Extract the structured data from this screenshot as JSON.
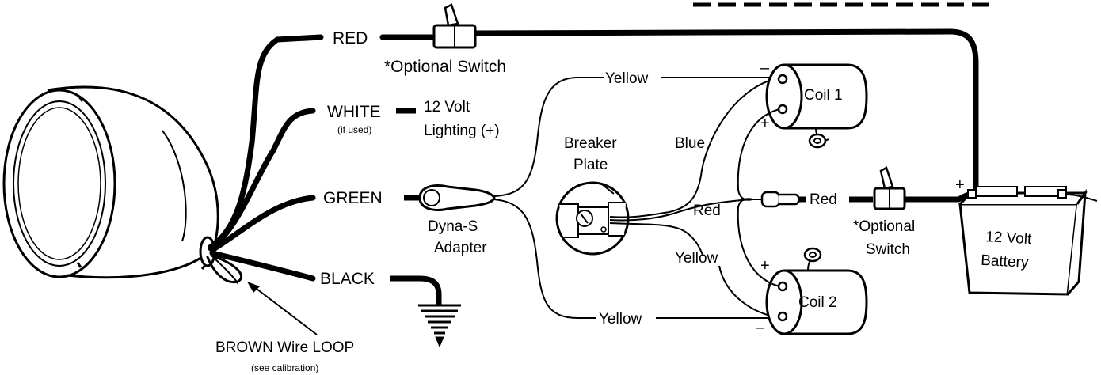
{
  "wires": {
    "red": "RED",
    "white": "WHITE",
    "white_note": "(if used)",
    "green": "GREEN",
    "black": "BLACK"
  },
  "lighting": {
    "line1": "12 Volt",
    "line2": "Lighting (+)"
  },
  "switch_top": "*Optional Switch",
  "switch_right": {
    "line1": "*Optional",
    "line2": "Switch"
  },
  "adapter": {
    "line1": "Dyna-S",
    "line2": "Adapter"
  },
  "breaker": {
    "line1": "Breaker",
    "line2": "Plate"
  },
  "yellow_top": "Yellow",
  "yellow_bottom": "Yellow",
  "yellow_mid": "Yellow",
  "blue": "Blue",
  "red_mid": "Red",
  "red_right": "Red",
  "coil1": "Coil 1",
  "coil2": "Coil 2",
  "battery": {
    "line1": "12 Volt",
    "line2": "Battery"
  },
  "brown": {
    "line1": "BROWN Wire LOOP",
    "line2": "(see calibration)"
  },
  "signs": {
    "plus": "+",
    "minus": "–"
  },
  "colors": {
    "ink": "#000000",
    "paper": "#ffffff"
  }
}
